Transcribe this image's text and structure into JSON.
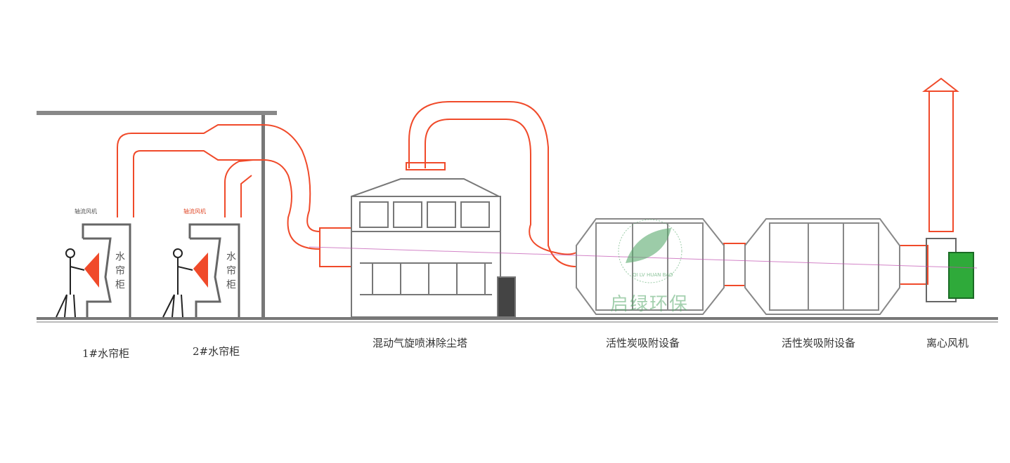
{
  "labels": {
    "cabinet1": "1#水帘柜",
    "cabinet2": "2#水帘柜",
    "cabinet_vertical": "水帘柜",
    "axial_fan": "轴流风机",
    "tower": "混动气旋喷淋除尘塔",
    "carbon1": "活性炭吸附设备",
    "carbon2": "活性炭吸附设备",
    "fan": "离心风机"
  },
  "watermark": {
    "cn": "启绿环保",
    "en": "QI LV HUAN BAO"
  },
  "colors": {
    "duct": "#f04a2a",
    "frame": "#777777",
    "axis": "#c050b0",
    "logo": "#5aaa6e"
  }
}
